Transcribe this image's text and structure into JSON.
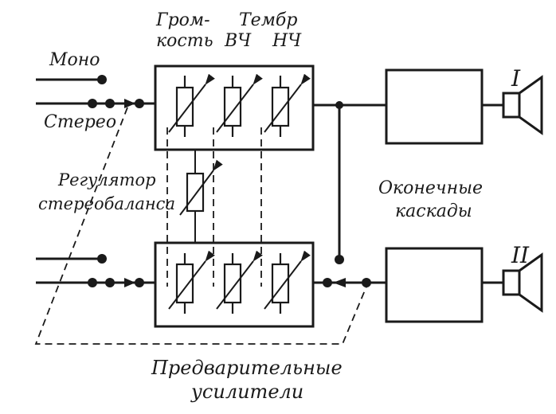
{
  "labels": {
    "volume_line1": "Гром-",
    "volume_line2": "кость",
    "tone_title": "Тембр",
    "treble": "ВЧ",
    "bass": "НЧ",
    "mono": "Моно",
    "stereo": "Стерео",
    "balance_line1": "Регулятор",
    "balance_line2": "стереобаланса",
    "output_line1": "Оконечные",
    "output_line2": "каскады",
    "preamp_line1": "Предварительные",
    "preamp_line2": "усилители",
    "speaker_1": "I",
    "speaker_2": "II"
  },
  "colors": {
    "ink": "#1a1a1a",
    "paper": "#ffffff"
  }
}
